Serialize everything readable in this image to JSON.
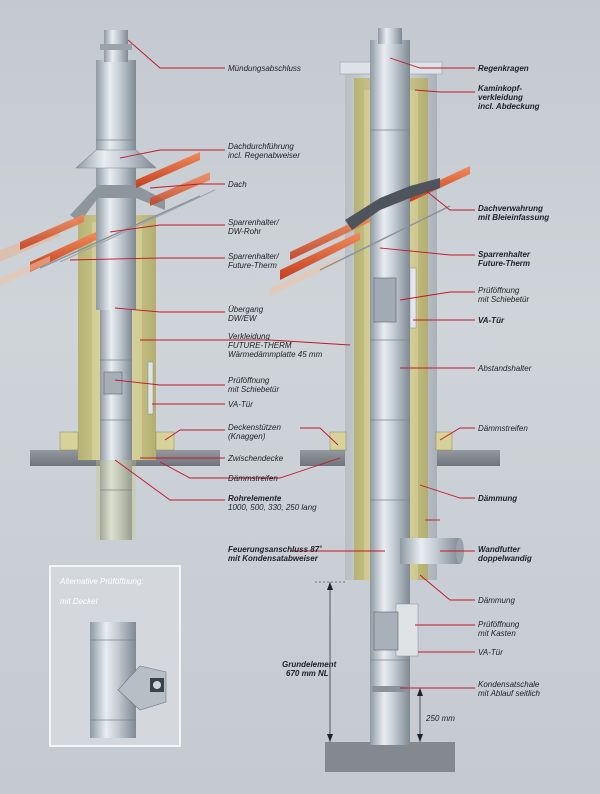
{
  "labels": {
    "muendungsabschluss": "Mündungsabschluss",
    "dachdurchfuehrung_1": "Dachdurchführung",
    "dachdurchfuehrung_2": "incl. Regenabweiser",
    "dach": "Dach",
    "sparrenhalter_dw_1": "Sparrenhalter/",
    "sparrenhalter_dw_2": "DW-Rohr",
    "sparrenhalter_ft_1": "Sparrenhalter/",
    "sparrenhalter_ft_2": "Future-Therm",
    "uebergang_1": "Übergang",
    "uebergang_2": "DW/EW",
    "verkleidung_1": "Verkleidung",
    "verkleidung_2": "FUTURE-THERM",
    "verkleidung_3": "Wärmedämmplatte 45 mm",
    "prueföffnung_schiebetuer_1": "Prüföffnung",
    "prueföffnung_schiebetuer_2": "mit Schiebetür",
    "va_tuer_left": "VA-Tür",
    "deckenstuetzen_1": "Deckenstützen",
    "deckenstuetzen_2": "(Knaggen)",
    "zwischendecke": "Zwischendecke",
    "daemmstreifen_left": "Dämmstreifen",
    "rohrelemente_1": "Rohrelemente",
    "rohrelemente_2": "1000, 500, 330, 250 lang",
    "feuerungsanschluss_1": "Feuerungsanschluss 87˚",
    "feuerungsanschluss_2": "mit Kondensatabweiser",
    "regenkragen": "Regenkragen",
    "kaminkopf_1": "Kaminkopf-",
    "kaminkopf_2": "verkleidung",
    "kaminkopf_3": "incl. Abdeckung",
    "dachverwahrung_1": "Dachverwahrung",
    "dachverwahrung_2": "mit Bleieinfassung",
    "sparrenhalter_r_1": "Sparrenhalter",
    "sparrenhalter_r_2": "Future-Therm",
    "pruef_r1_1": "Prüföffnung",
    "pruef_r1_2": "mit Schiebetür",
    "va_tuer_r1": "VA-Tür",
    "abstandshalter": "Abstandshalter",
    "daemmstreifen_right": "Dämmstreifen",
    "daemmung_1": "Dämmung",
    "wandfutter_1": "Wandfutter",
    "wandfutter_2": "doppelwandig",
    "daemmung_2": "Dämmung",
    "pruef_r2_1": "Prüföffnung",
    "pruef_r2_2": "mit Kasten",
    "va_tuer_r2": "VA-Tür",
    "kondensatschale_1": "Kondensatschale",
    "kondensatschale_2": "mit Ablauf seitlich",
    "grundelement_1": "Grundelement",
    "grundelement_2": "670 mm NL",
    "dim_250": "250 mm",
    "inset_title_1": "Alternative Prüföffnung:",
    "inset_title_2": "mit Deckel"
  },
  "colors": {
    "leader": "#c0182a",
    "insulation": "#c9c58a",
    "pipe": "#b9c2cb",
    "roof_tile": "#d9552d"
  }
}
